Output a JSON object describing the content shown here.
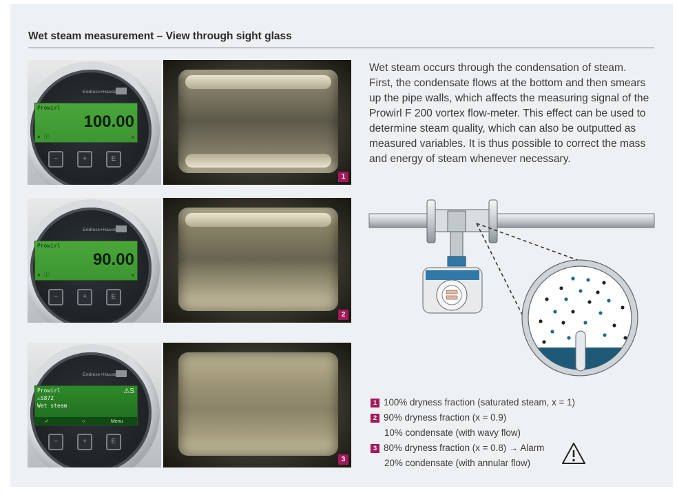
{
  "title": "Wet steam measurement – View through sight glass",
  "description": "Wet steam occurs through the condensation of steam. First, the condensate flows at the bottom and then smears up the pipe walls, which affects the measuring signal of the Prowirl F 200 vortex flow-meter. This effect can be used to determine steam quality, which can also be outputted as measured variables. It is thus possible to correct the mass and energy of steam whenever necessary.",
  "colors": {
    "accent": "#a3195b",
    "condensate": "#1e5a78",
    "meter_blue": "#2f78a8"
  },
  "device": {
    "brand": "Endress+Hauser",
    "brand_logo": "E+H",
    "label": "Prowirl",
    "buttons": [
      "−",
      "+",
      "E"
    ]
  },
  "rows": [
    {
      "value": "100.00",
      "footer": "× ⓘ",
      "status": "×",
      "tag": "1"
    },
    {
      "value": "90.00",
      "footer": "× ⓘ",
      "status": "×",
      "tag": "2"
    },
    {
      "alarm_line1": "⚠S872",
      "alarm_line2": "Wet steam",
      "status": "⚠S",
      "soft_ok": "✓",
      "soft_mid": "○",
      "soft_menu": "Menu",
      "tag": "3"
    }
  ],
  "legend": [
    {
      "num": "1",
      "line1": "100% dryness fraction (saturated steam, x = 1)"
    },
    {
      "num": "2",
      "line1": "90% dryness fraction (x = 0.9)",
      "line2": "10% condensate (with wavy flow)"
    },
    {
      "num": "3",
      "line1": "80% dryness fraction (x = 0.8) → Alarm",
      "line2": "20% condensate (with annular flow)"
    }
  ]
}
